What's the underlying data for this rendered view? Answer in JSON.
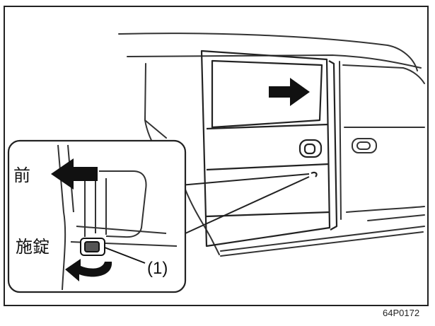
{
  "labels": {
    "front": "前",
    "lock": "施錠",
    "callout": "(1)",
    "figure_code": "64P0172"
  }
}
